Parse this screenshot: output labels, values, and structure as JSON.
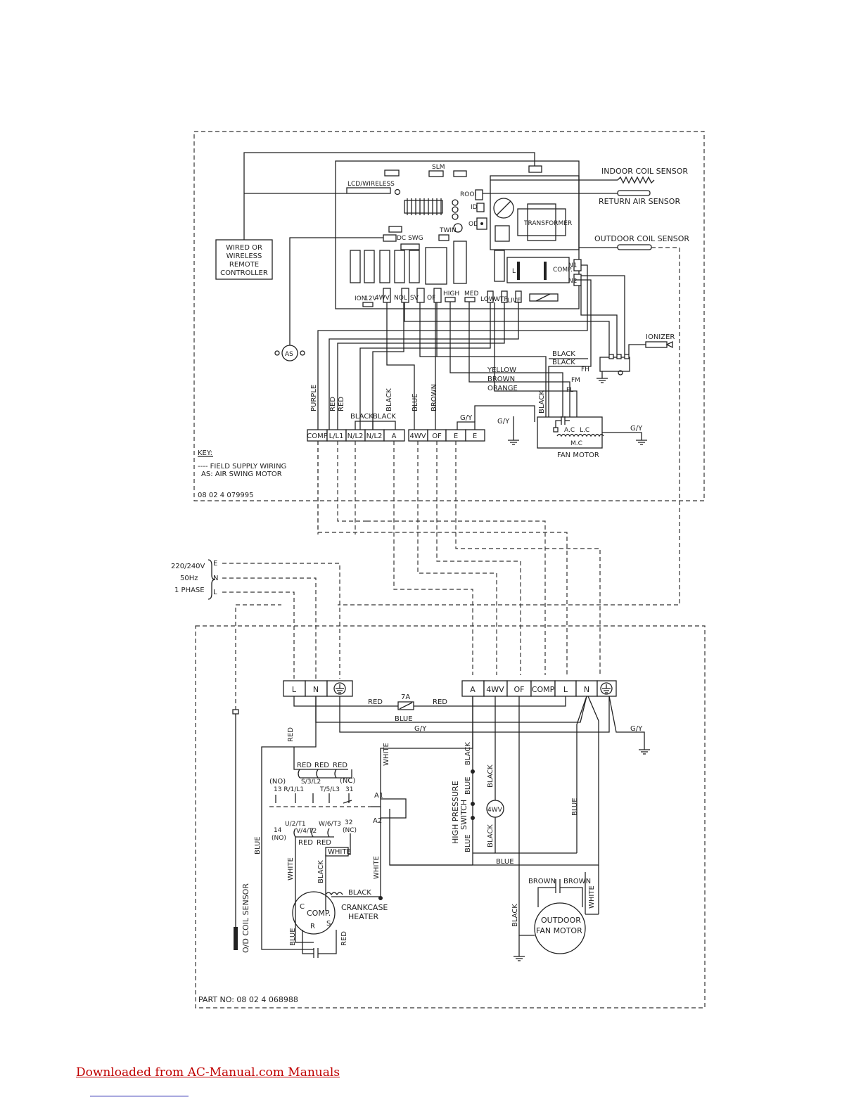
{
  "indoor": {
    "sensors": {
      "indoor_coil": "INDOOR COIL SENSOR",
      "return_air": "RETURN AIR SENSOR",
      "outdoor_coil": "OUTDOOR COIL SENSOR"
    },
    "remote": [
      "WIRED OR",
      "WIRELESS",
      "REMOTE",
      "CONTROLLER"
    ],
    "board": {
      "slm": "SLM",
      "lcd": "LCD/WIRELESS",
      "room": "ROOM",
      "id": "ID",
      "od": "OD",
      "twin": "TWIN",
      "dc_swg": "DC SWG",
      "transformer": "TRANSFORMER",
      "l": "L",
      "comp": "COMP.",
      "n1": "N1",
      "n2": "N2",
      "ion": "ION",
      "v12": "12V",
      "wv4": "4WV",
      "nol": "NOL",
      "sv": "SV",
      "of": "OF",
      "high": "HIGH",
      "med": "MED",
      "low": "LOW",
      "wtp": "WTP",
      "live": "LIVE"
    },
    "as_symbol": "AS",
    "ionizer": "IONIZER",
    "wires": {
      "black1": "BLACK",
      "black2": "BLACK",
      "fh": "FH",
      "yellow": "YELLOW",
      "brown": "BROWN",
      "fm": "FM",
      "orange": "ORANGE",
      "fl": "FL",
      "purple": "PURPLE",
      "red1": "RED",
      "red2": "RED",
      "black_v": "BLACK",
      "blue_v": "BLUE",
      "brown_v": "BROWN",
      "black_bb1": "BLACK",
      "black_bb2": "BLACK",
      "gy1": "G/Y",
      "gy2": "G/Y",
      "gy3": "G/Y",
      "black_fan": "BLACK"
    },
    "terminals": [
      "COMP",
      "L/L1",
      "N/L2",
      "N/L2",
      "A",
      "4WV",
      "OF",
      "E",
      "E"
    ],
    "fan_motor": {
      "ac": "A.C",
      "lc": "L.C",
      "mc": "M.C",
      "label": "FAN MOTOR"
    },
    "key": [
      "KEY:",
      "----  FIELD SUPPLY WIRING",
      "AS: AIR SWING MOTOR"
    ],
    "part_no": "08 02 4  079995"
  },
  "supply": {
    "v": "220/240V",
    "hz": "50Hz",
    "phase": "1 PHASE",
    "e": "E",
    "n": "N",
    "l": "L"
  },
  "outdoor": {
    "term_left": [
      "L",
      "N"
    ],
    "term_right": [
      "A",
      "4WV",
      "OF",
      "COMP",
      "L",
      "N"
    ],
    "fuse": "7A",
    "wires": {
      "red_a": "RED",
      "red_b": "RED",
      "blue": "BLUE",
      "gy": "G/Y",
      "gy_r": "G/Y",
      "red_v": "RED",
      "red1": "RED",
      "red2": "RED",
      "red3": "RED",
      "white_v": "WHITE",
      "black_v1": "BLACK",
      "blue_v1": "BLUE",
      "black_v2": "BLACK",
      "black_v3": "BLACK",
      "blue_v2": "BLUE",
      "blue_r": "BLUE",
      "blue_h": "BLUE",
      "red4": "RED",
      "red5": "RED",
      "white1": "WHITE",
      "blue_l": "BLUE",
      "white_l": "WHITE",
      "black_c": "BLACK",
      "black_h": "BLACK",
      "white_c": "WHITE",
      "blue_c": "BLUE",
      "red_c": "RED",
      "brown1": "BROWN",
      "brown2": "BROWN",
      "black_f": "BLACK",
      "white_f": "WHITE"
    },
    "contactor": {
      "no": "(NO)",
      "nc": "(NC)",
      "t13": "13 R/1/L1",
      "sl2": "S/3/L2",
      "tl3": "T/5/L3",
      "t31": "31",
      "a1": "A1",
      "a2": "A2",
      "t14": "14",
      "no2": "(NO)",
      "ut1": "U/2/T1",
      "vt2": "V/4/T2",
      "wt3": "W/6/T3",
      "t32": "32",
      "nc2": "(NC)"
    },
    "hps": [
      "HIGH PRESSURE",
      "SWITCH"
    ],
    "wv4": "4WV",
    "comp": {
      "label": "COMP.",
      "c": "C",
      "r": "R",
      "s": "S"
    },
    "crankcase": [
      "CRANKCASE",
      "HEATER"
    ],
    "outdoor_fan": [
      "OUTDOOR",
      "FAN MOTOR"
    ],
    "od_sensor": "O/D COIL SENSOR",
    "part_no": "PART NO: 08 02 4   068988"
  },
  "footer": {
    "link": "Downloaded from AC-Manual.com Manuals"
  }
}
